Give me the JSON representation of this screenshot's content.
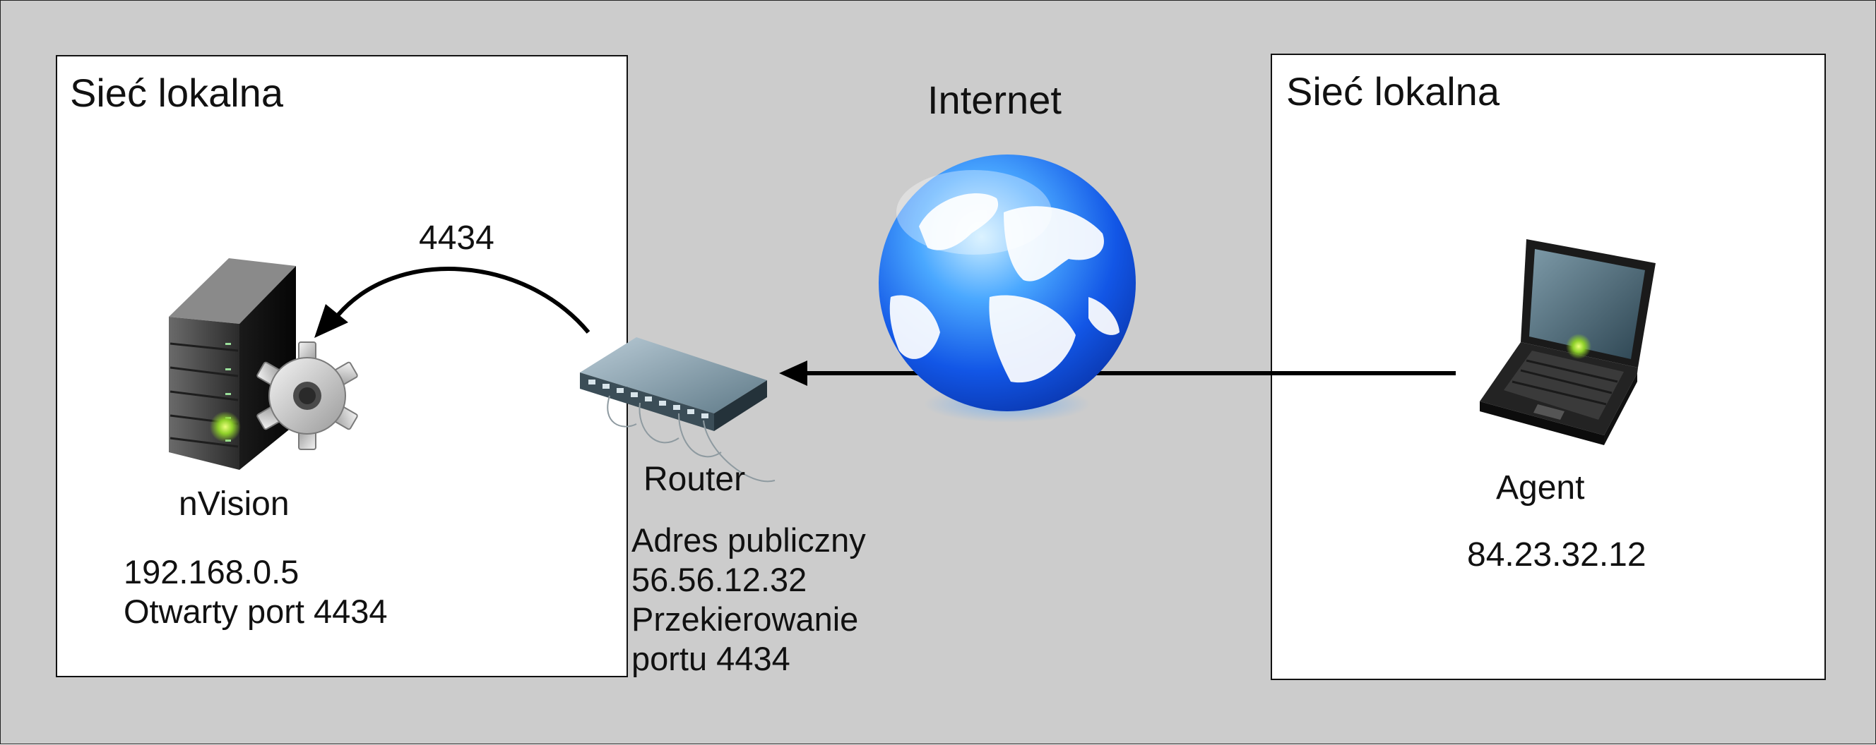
{
  "left_network": {
    "title": "Sieć lokalna",
    "server": {
      "icon": "server-gear-icon",
      "name": "nVision",
      "details": "192.168.0.5\nOtwarty port 4434"
    }
  },
  "internet": {
    "label": "Internet",
    "icon": "globe-icon"
  },
  "router": {
    "icon": "router-icon",
    "name": "Router",
    "details": "Adres publiczny\n56.56.12.32\nPrzekierowanie\nportu 4434"
  },
  "forward_arrow": {
    "port_label": "4434"
  },
  "right_network": {
    "title": "Sieć lokalna",
    "agent": {
      "icon": "laptop-icon",
      "name": "Agent",
      "ip": "84.23.32.12"
    }
  }
}
